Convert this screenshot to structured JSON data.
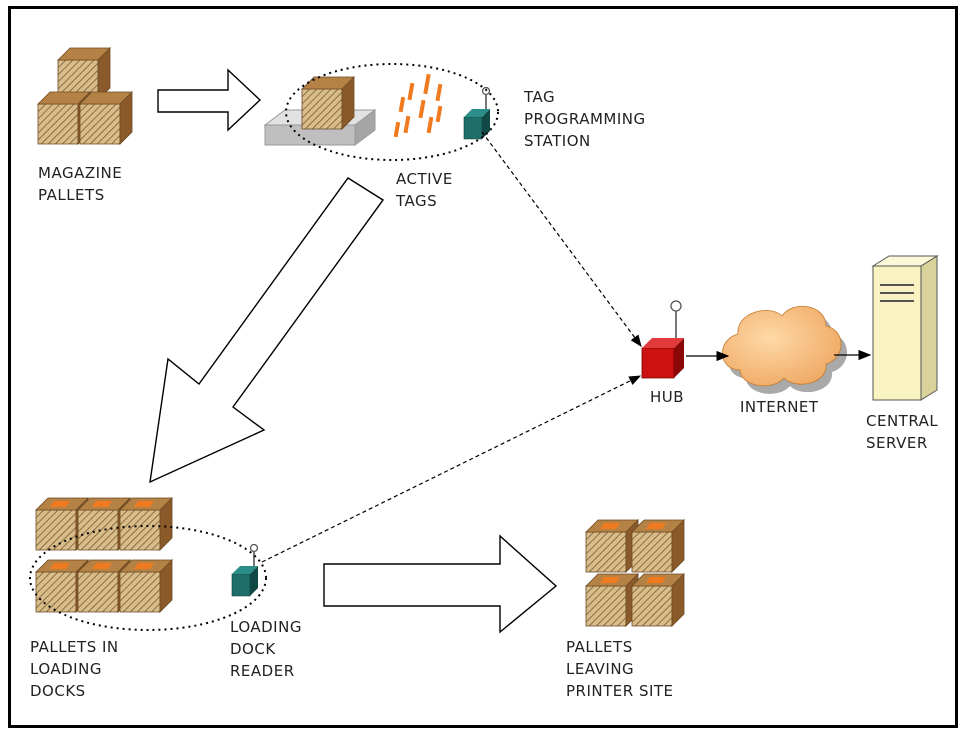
{
  "labels": {
    "magazine_pallets": [
      "MAGAZINE",
      "PALLETS"
    ],
    "tag_programming_station": [
      "TAG",
      "PROGRAMMING",
      "STATION"
    ],
    "active_tags": [
      "ACTIVE",
      "TAGS"
    ],
    "hub": [
      "HUB"
    ],
    "internet": [
      "INTERNET"
    ],
    "central_server": [
      "CENTRAL",
      "SERVER"
    ],
    "pallets_in_loading_docks": [
      "PALLETS IN",
      "LOADING",
      "DOCKS"
    ],
    "loading_dock_reader": [
      "LOADING",
      "DOCK",
      "READER"
    ],
    "pallets_leaving_printer_site": [
      "PALLETS",
      "LEAVING",
      "PRINTER SITE"
    ]
  },
  "colors": {
    "box_front": "#c9a56c",
    "box_side": "#8a5a2b",
    "box_top": "#b58246",
    "tag_orange": "#f07a20",
    "reader_teal": "#1e6f6a",
    "hub_red": "#cc1111",
    "cloud_orange": "#f5be7c",
    "server_cream": "#f8f3c0",
    "platform_gray": "#bfbfbf"
  }
}
